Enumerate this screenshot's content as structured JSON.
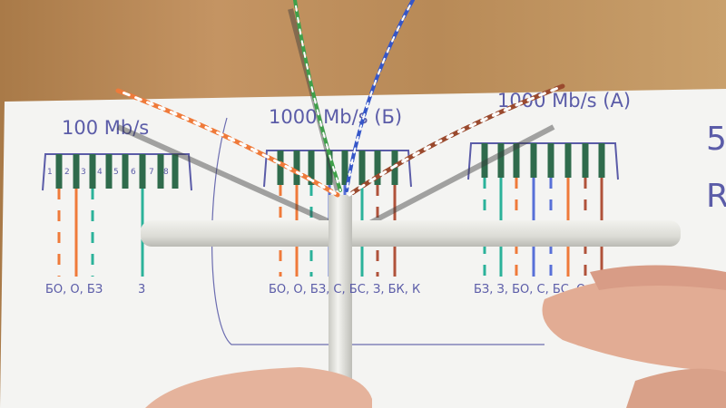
{
  "photo": {
    "section_titles": [
      "100 Mb/s",
      "1000 Mb/s (Б)",
      "1000 Mb/s (A)"
    ],
    "pin_numbers": [
      "1",
      "2",
      "3",
      "4",
      "5",
      "6",
      "7",
      "8"
    ],
    "left_labels": [
      "БО, О, БЗ",
      "3"
    ],
    "middle_label": "БО, О, БЗ, С, БС, З, БК, К",
    "right_label": "БЗ, З, БО, С, БС, О",
    "edge_text": [
      "5",
      "R"
    ],
    "colors": {
      "wood": "#b98a55",
      "paper": "#f4f4f2",
      "pen": "#5b5ca8",
      "orange": "#ef7a3a",
      "teal": "#2bb29a",
      "blue": "#5870d8",
      "brown": "#b0523a",
      "green_marker": "#2f6b4c",
      "cable": "#e6e6e2",
      "skin": "#e2ac94"
    }
  }
}
